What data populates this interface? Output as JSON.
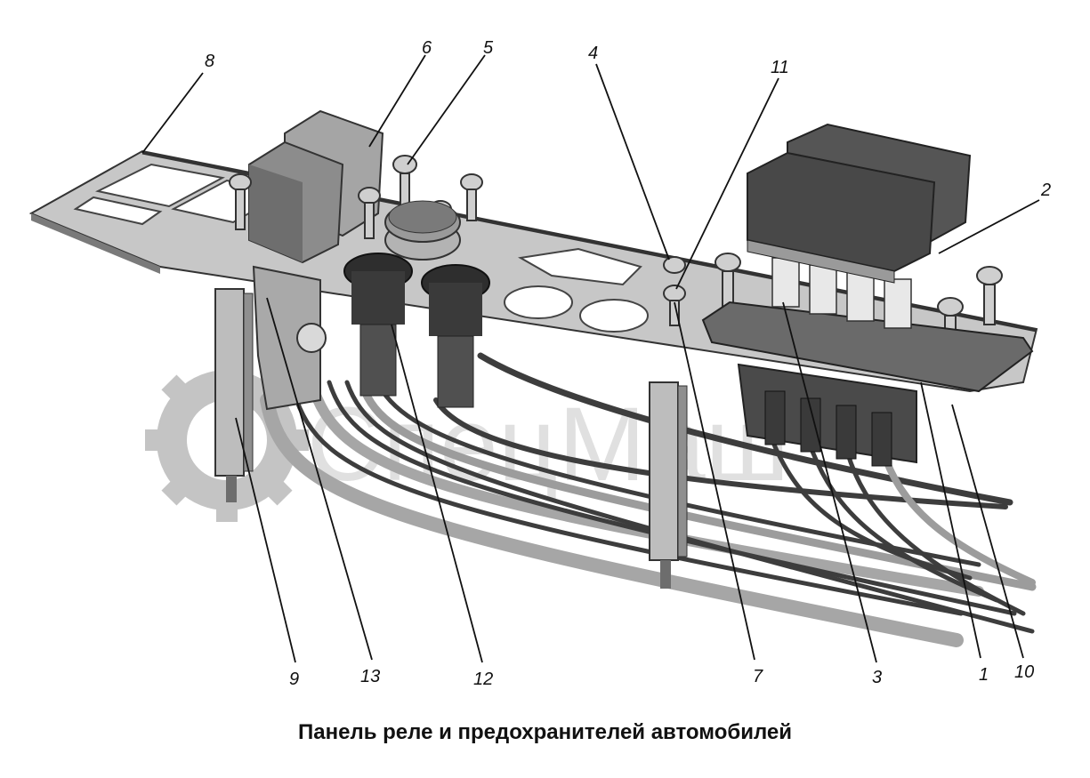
{
  "caption": "Панель реле и предохранителей автомобилей",
  "watermark": {
    "text": "СпецМаш"
  },
  "callouts": [
    {
      "id": "1",
      "label": "1"
    },
    {
      "id": "2",
      "label": "2"
    },
    {
      "id": "3",
      "label": "3"
    },
    {
      "id": "4",
      "label": "4"
    },
    {
      "id": "5",
      "label": "5"
    },
    {
      "id": "6",
      "label": "6"
    },
    {
      "id": "7",
      "label": "7"
    },
    {
      "id": "8",
      "label": "8"
    },
    {
      "id": "9",
      "label": "9"
    },
    {
      "id": "10",
      "label": "10"
    },
    {
      "id": "11",
      "label": "11"
    },
    {
      "id": "12",
      "label": "12"
    },
    {
      "id": "13",
      "label": "13"
    }
  ],
  "colors": {
    "ink": "#111111",
    "metal": "#b9b9b9",
    "relay": "#5f5f5f",
    "wire": "#3d3d3d",
    "wire_light": "#9c9c9c"
  }
}
